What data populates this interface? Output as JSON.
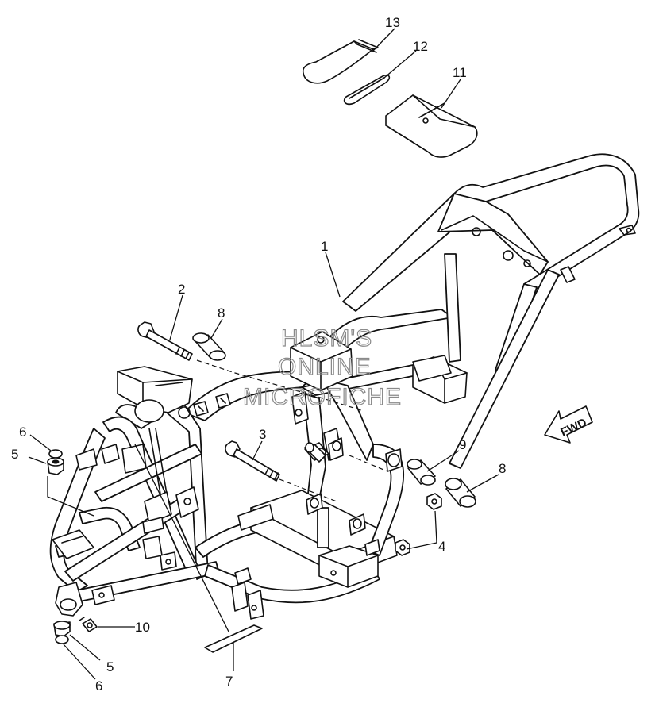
{
  "diagram": {
    "callouts": [
      {
        "id": "c1",
        "label": "1"
      },
      {
        "id": "c2",
        "label": "2"
      },
      {
        "id": "c3",
        "label": "3"
      },
      {
        "id": "c4",
        "label": "4"
      },
      {
        "id": "c5a",
        "label": "5"
      },
      {
        "id": "c5b",
        "label": "5"
      },
      {
        "id": "c6a",
        "label": "6"
      },
      {
        "id": "c6b",
        "label": "6"
      },
      {
        "id": "c7",
        "label": "7"
      },
      {
        "id": "c8a",
        "label": "8"
      },
      {
        "id": "c8b",
        "label": "8"
      },
      {
        "id": "c9",
        "label": "9"
      },
      {
        "id": "c10",
        "label": "10"
      },
      {
        "id": "c11",
        "label": "11"
      },
      {
        "id": "c12",
        "label": "12"
      },
      {
        "id": "c13",
        "label": "13"
      }
    ],
    "direction_label": "FWD",
    "watermark": [
      "HLSM'S",
      "ONLINE",
      "MICROFICHE"
    ]
  }
}
